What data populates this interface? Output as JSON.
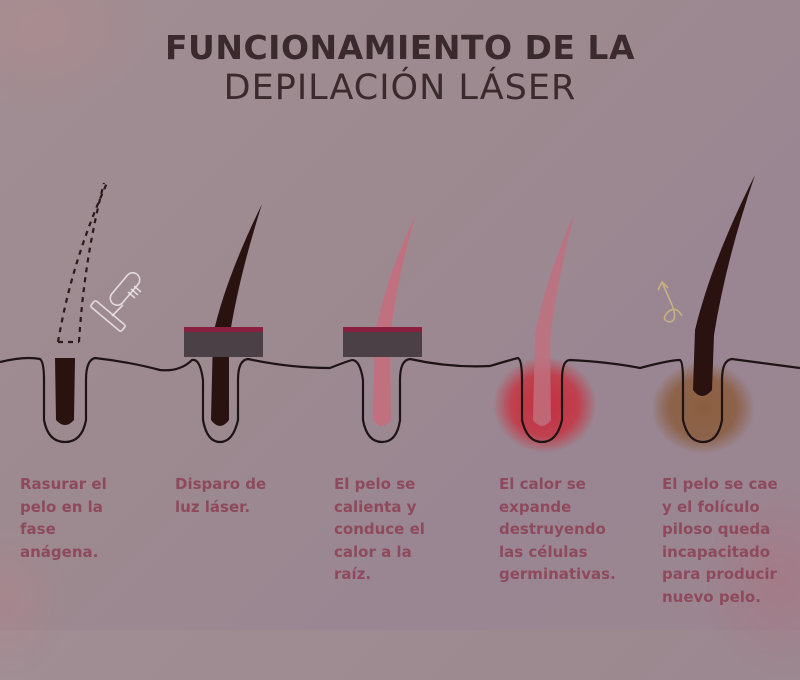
{
  "title": {
    "line1": "FUNCIONAMIENTO DE LA",
    "line2": "DEPILACIÓN LÁSER"
  },
  "colors": {
    "background": "#9c8a90",
    "title": "#3a2a2e",
    "caption": "#8e4a5c",
    "hair_dark": "#2a1210",
    "hair_heated": "#c0707e",
    "laser_block": "#4a4046",
    "laser_edge": "#8a2040",
    "heat_glow": "#c8283c",
    "destroyed_follicle": "#8a5a3a",
    "skin_line": "#1e1416"
  },
  "steps": [
    {
      "id": 1,
      "icons": [
        "shaved-hair-dotted-icon",
        "razor-icon"
      ],
      "caption": "Rasurar el\npelo en la\nfase\nanágena."
    },
    {
      "id": 2,
      "icons": [
        "hair-icon",
        "laser-device-icon"
      ],
      "caption": "Disparo de\nluz láser."
    },
    {
      "id": 3,
      "icons": [
        "heated-hair-icon",
        "laser-device-icon"
      ],
      "caption": "El pelo se\ncalienta y\nconduce el\ncalor a la\nraíz."
    },
    {
      "id": 4,
      "icons": [
        "heated-hair-icon",
        "heat-glow-icon"
      ],
      "caption": "El calor se\nexpande\ndestruyendo\nlas células\ngerminativas."
    },
    {
      "id": 5,
      "icons": [
        "hair-icon",
        "falling-arrow-icon",
        "damaged-follicle-icon"
      ],
      "caption": "El pelo se cae\ny el folículo\npiloso queda\nincapacitado\npara producir\nnuevo pelo."
    }
  ]
}
